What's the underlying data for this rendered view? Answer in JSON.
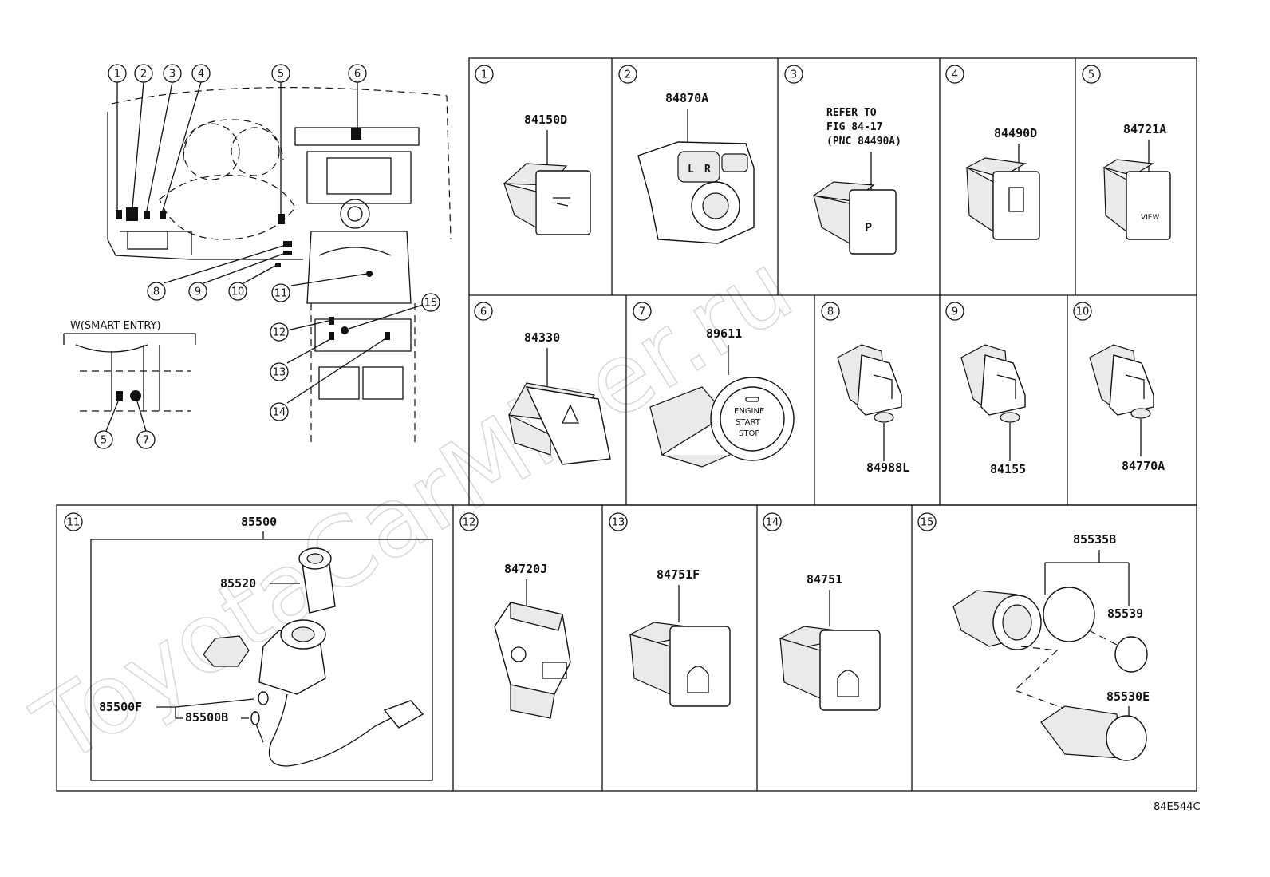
{
  "watermark": "ToyotaCarMiner.ru",
  "diagram_code": "84E544C",
  "overview": {
    "callouts": [
      "1",
      "2",
      "3",
      "4",
      "5",
      "6",
      "8",
      "9",
      "10",
      "11",
      "12",
      "13",
      "14",
      "15"
    ],
    "smart_entry_caption": "W(SMART ENTRY)",
    "smart_entry_callouts": [
      "5",
      "7"
    ]
  },
  "panels": [
    {
      "num": "1",
      "parts": [
        "84150D"
      ]
    },
    {
      "num": "2",
      "parts": [
        "84870A"
      ]
    },
    {
      "num": "3",
      "parts": [
        "REFER TO",
        "FIG 84-17",
        "(PNC 84490A)"
      ]
    },
    {
      "num": "4",
      "parts": [
        "84490D"
      ]
    },
    {
      "num": "5",
      "parts": [
        "84721A"
      ]
    },
    {
      "num": "6",
      "parts": [
        "84330"
      ]
    },
    {
      "num": "7",
      "parts": [
        "89611"
      ]
    },
    {
      "num": "8",
      "parts": [
        "84988L"
      ]
    },
    {
      "num": "9",
      "parts": [
        "84155"
      ]
    },
    {
      "num": "10",
      "parts": [
        "84770A"
      ]
    },
    {
      "num": "11",
      "parts": [
        "85500",
        "85520",
        "85500F",
        "85500B"
      ]
    },
    {
      "num": "12",
      "parts": [
        "84720J"
      ]
    },
    {
      "num": "13",
      "parts": [
        "84751F"
      ]
    },
    {
      "num": "14",
      "parts": [
        "84751"
      ]
    },
    {
      "num": "15",
      "parts": [
        "85535B",
        "85539",
        "85530E"
      ]
    }
  ],
  "switch_faces": {
    "mirror_l": "L",
    "mirror_r": "R",
    "park": "P",
    "view": "VIEW",
    "engine": "ENGINE",
    "start": "START",
    "stop": "STOP"
  }
}
